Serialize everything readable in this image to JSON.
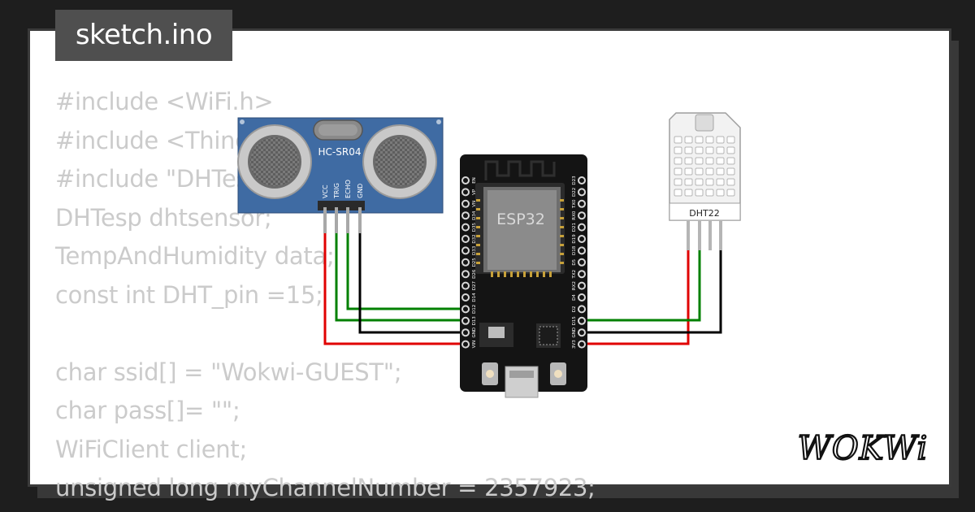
{
  "file_tab": {
    "label": "sketch.ino"
  },
  "code_lines": [
    "#include <WiFi.h>",
    "#include <ThingSpeak.h>",
    "#include \"DHTesp.h\"",
    "DHTesp dhtsensor;",
    "TempAndHumidity data;",
    "const int DHT_pin =15;",
    "",
    "char ssid[] = \"Wokwi-GUEST\";",
    "char pass[]= \"\";",
    "WiFiClient client;",
    "unsigned long myChannelNumber = 2357923;"
  ],
  "components": {
    "ultrasonic": {
      "label": "HC-SR04",
      "pins": [
        "VCC",
        "TRIG",
        "ECHO",
        "GND"
      ]
    },
    "esp32": {
      "label": "ESP32",
      "left_pins": [
        "EN",
        "VP",
        "VN",
        "D34",
        "D35",
        "D32",
        "D33",
        "D25",
        "D26",
        "D27",
        "D14",
        "D12",
        "D13",
        "GND",
        "VIN"
      ],
      "right_pins": [
        "D23",
        "D22",
        "TX0",
        "RX0",
        "D21",
        "D19",
        "D18",
        "D5",
        "TX2",
        "RX2",
        "D4",
        "D2",
        "D15",
        "GND",
        "3V3"
      ]
    },
    "dht22": {
      "label": "DHT22"
    }
  },
  "wire_colors": {
    "red": "#e00000",
    "green": "#008000",
    "black": "#000000"
  },
  "brand": {
    "logo_text": "WOKWi"
  }
}
